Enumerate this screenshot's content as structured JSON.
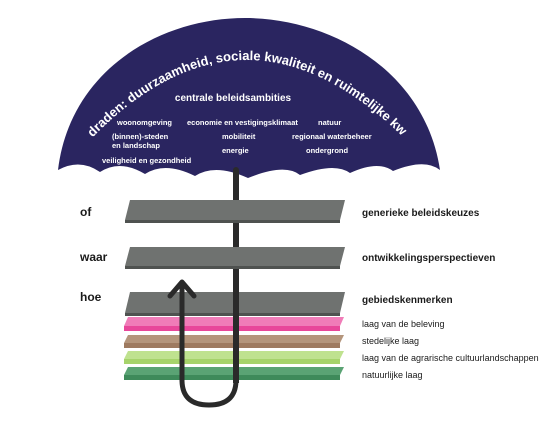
{
  "umbrella": {
    "arc_text": "rode draden: duurzaamheid, sociale kwaliteit en ruimtelijke kwaliteit",
    "heading": "centrale beleidsambities",
    "items": [
      "woonomgeving",
      "economie en vestigingsklimaat",
      "natuur",
      "(binnen)-steden",
      "en landschap",
      "mobiliteit",
      "regionaal waterbeheer",
      "energie",
      "ondergrond",
      "veiligheid en gezondheid"
    ],
    "colors": {
      "canopy": "#2a2560",
      "handle": "#2a2a2a"
    }
  },
  "levels": [
    {
      "left": "of",
      "right": "generieke beleidskeuzes"
    },
    {
      "left": "waar",
      "right": "ontwikkelingsperspectieven"
    },
    {
      "left": "hoe",
      "right": "gebiedskenmerken"
    }
  ],
  "layers": [
    {
      "label": "laag van de beleving",
      "color": "#e8479a"
    },
    {
      "label": "stedelijke laag",
      "color": "#9e7a60"
    },
    {
      "label": "laag van de agrarische cultuurlandschappen",
      "color": "#a6d36b"
    },
    {
      "label": "natuurlijke laag",
      "color": "#3e8a5a"
    }
  ],
  "plate_color": "#6f7270"
}
